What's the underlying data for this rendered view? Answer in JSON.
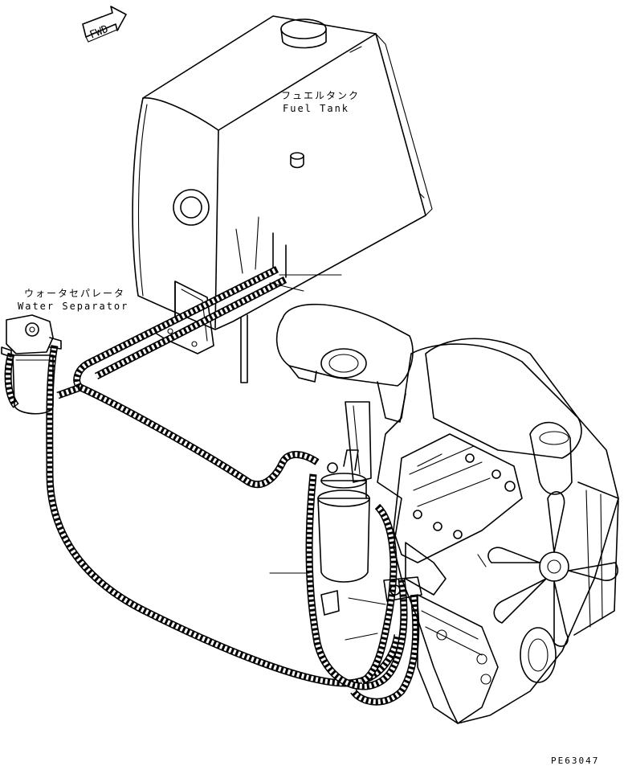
{
  "labels": {
    "fwd": "FWD",
    "fuel_tank_jp": "フュエルタンク",
    "fuel_tank_en": "Fuel Tank",
    "water_separator_jp": "ウォータセパレータ",
    "water_separator_en": "Water Separator",
    "drawing_code": "PE63047"
  }
}
